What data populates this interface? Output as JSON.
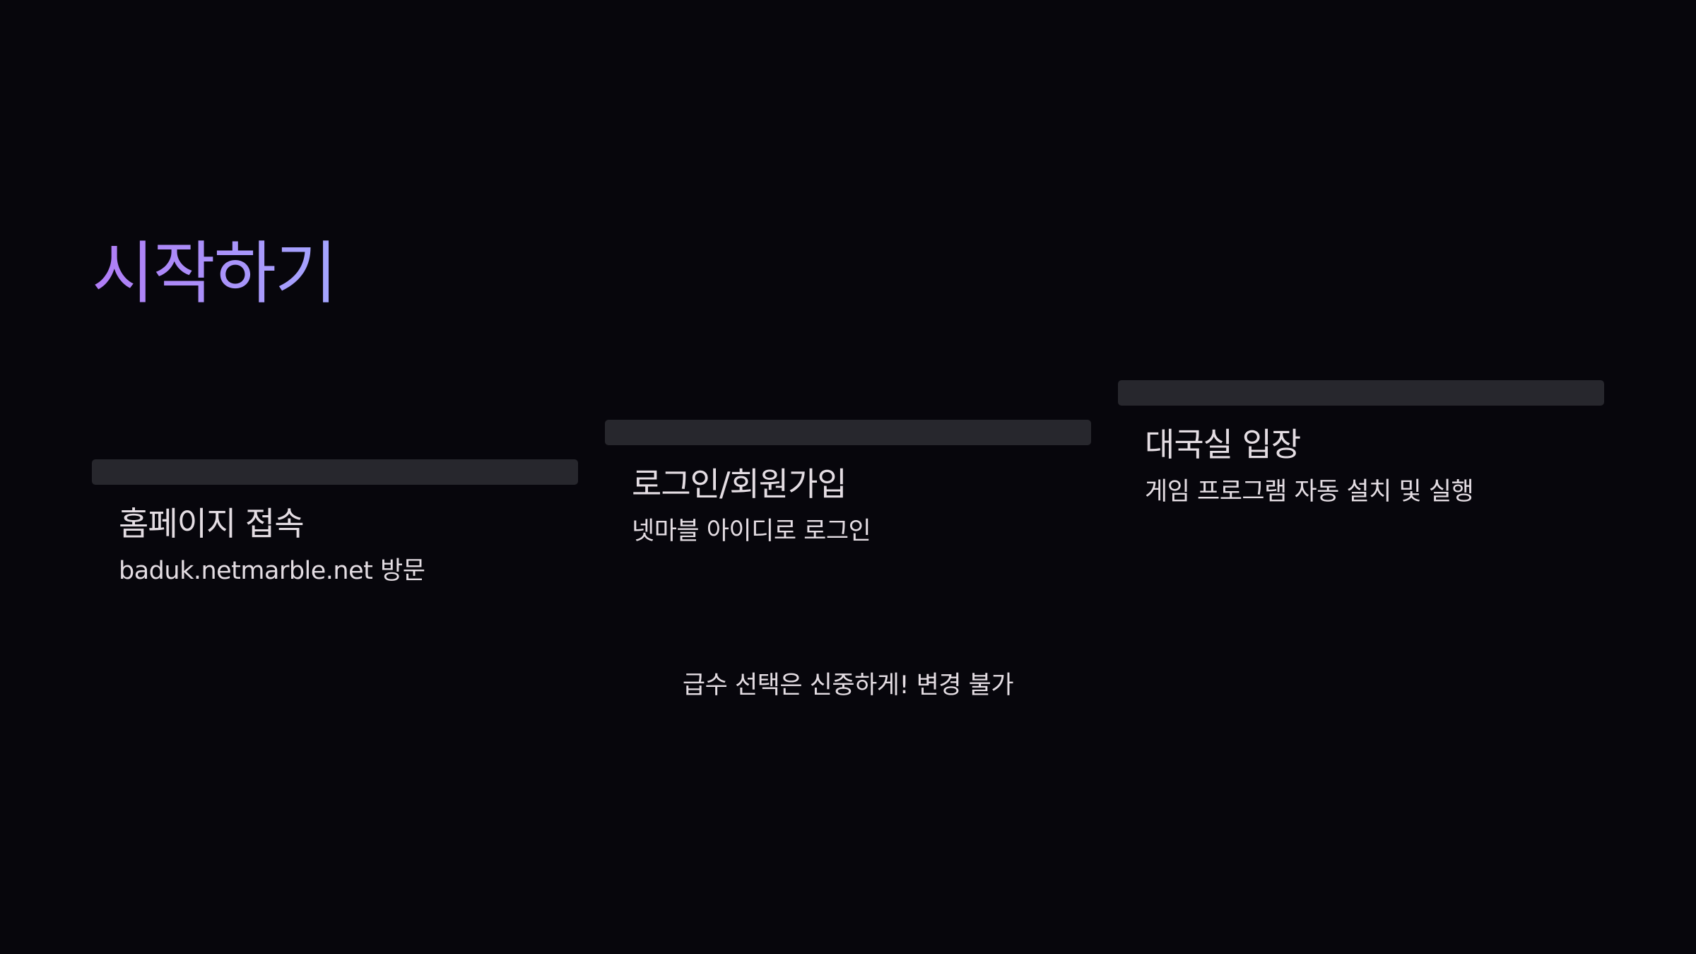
{
  "slide": {
    "title": "시작하기",
    "title_gradient": [
      "#b07cf5",
      "#a4a6ff"
    ],
    "background": "#07060c",
    "bar_color": "#27272d",
    "text_color": "#e4dde3"
  },
  "steps": [
    {
      "heading": "홈페이지 접속",
      "description": "baduk.netmarble.net 방문"
    },
    {
      "heading": "로그인/회원가입",
      "description": "넷마블 아이디로 로그인"
    },
    {
      "heading": "대국실 입장",
      "description": "게임 프로그램 자동 설치 및 실행"
    }
  ],
  "note": "급수 선택은 신중하게! 변경 불가"
}
